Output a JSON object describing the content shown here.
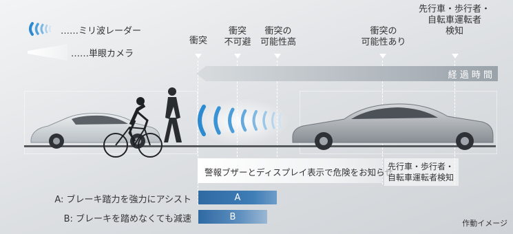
{
  "legend": {
    "radar_label": "……ミリ波レーダー",
    "camera_label": "……単眼カメラ"
  },
  "stages": [
    {
      "id": "collision",
      "lines": [
        "衝突"
      ]
    },
    {
      "id": "unavoidable",
      "lines": [
        "衝突",
        "不可避"
      ]
    },
    {
      "id": "high",
      "lines": [
        "衝突の",
        "可能性高"
      ]
    },
    {
      "id": "possible",
      "lines": [
        "衝突の",
        "可能性あり"
      ]
    },
    {
      "id": "detect",
      "lines": [
        "先行車・歩行者・",
        "自転車運転者",
        "検知"
      ]
    }
  ],
  "elapsed_time_label": "経 過 時 間",
  "warning_label": "警報ブザーとディスプレイ表示で危険をお知らせ",
  "detection_label": [
    "先行車・歩行者・",
    "自転車運転者検知"
  ],
  "rows": [
    {
      "label": "A: ブレーキ踏力を強力にアシスト",
      "bar": "A"
    },
    {
      "label": "B: ブレーキを踏めなくても減速",
      "bar": "B"
    }
  ],
  "caption": "作動イメージ",
  "colors": {
    "bar_dark": "#2f6aa3",
    "bar_light": "#9bb7d3",
    "arrow": "#a7aeb6",
    "road": "#55585c",
    "radar_blue": "#2b8ad0"
  }
}
